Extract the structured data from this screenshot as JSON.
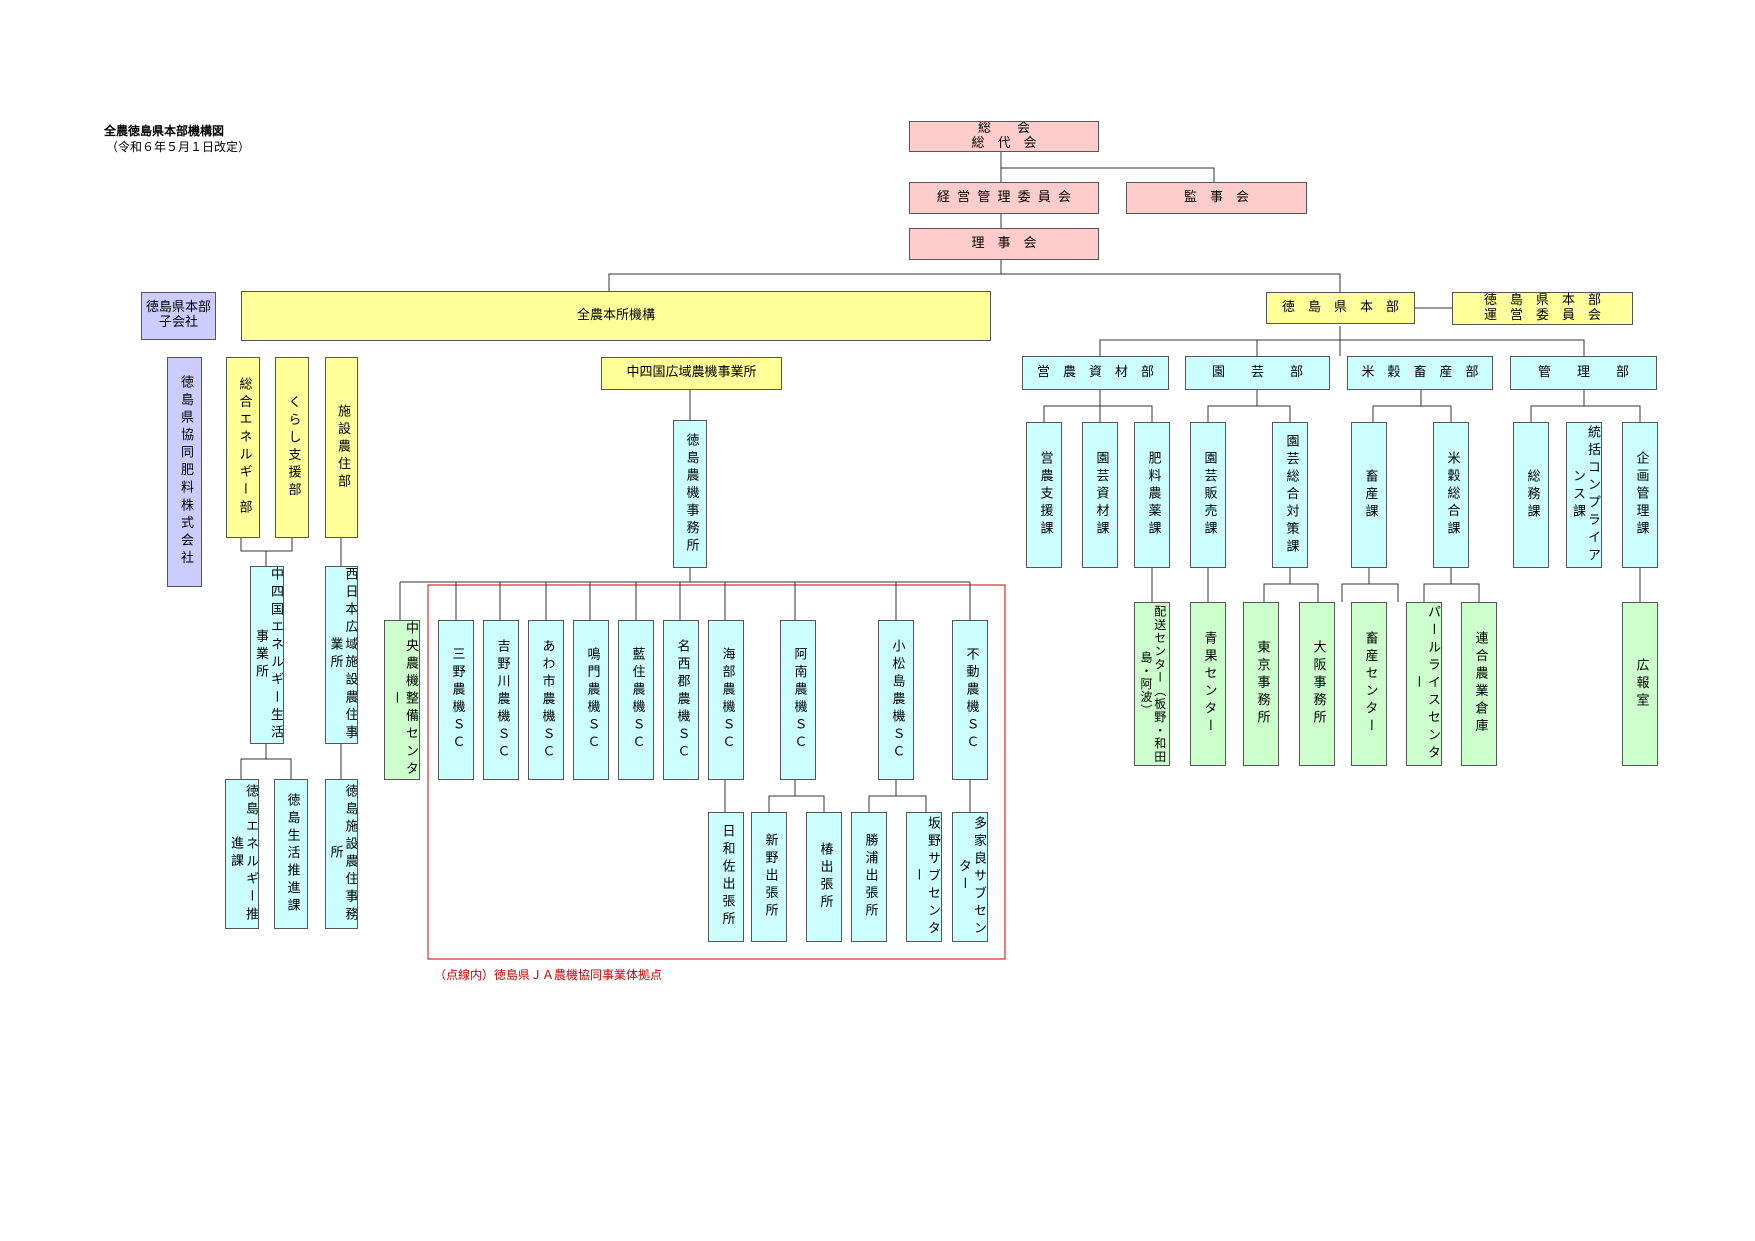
{
  "header": {
    "title": "全農徳島県本部機構図",
    "revision": "（令和６年５月１日改定）"
  },
  "colors": {
    "governance": "#ffcccc",
    "headquarters": "#ffff99",
    "department": "#ccffff",
    "field_office": "#ccffcc",
    "subsidiary": "#ccccff",
    "dotted_frame": "#cc0000"
  },
  "governance": {
    "general_meeting": "総　　会\n総　代　会",
    "management_committee": "経営管理委員会",
    "auditors": "監　事　会",
    "board": "理　事　会"
  },
  "zennoh_hq": {
    "subsidiary_group": "徳島県本部\n子会社",
    "subsidiary": "徳島県協同肥料株式会社",
    "hq_org": "全農本所機構",
    "depts": {
      "energy": "総合エネルギー部",
      "kurashi": "くらし支援部",
      "shisetsu": "施設農住部"
    },
    "chushikoku_energy": "中四国エネルギー生活事業所",
    "tokushima_energy": "徳島エネルギー推進課",
    "tokushima_life": "徳島生活推進課",
    "nishinihon_shisetsu": "西日本広域施設農住事業所",
    "tokushima_shisetsu": "徳島施設農住事務所",
    "farm_machine_div": "中四国広域農機事業所",
    "farm_machine_office": "徳島農機事務所",
    "sc": {
      "center": "中央農機整備センター",
      "mino": "三野農機ＳＣ",
      "yoshinogawa": "吉野川農機ＳＣ",
      "awa": "あわ市農機ＳＣ",
      "naruto": "鳴門農機ＳＣ",
      "aizumi": "藍住農機ＳＣ",
      "myozai": "名西郡農機ＳＣ",
      "kaifu": "海部農機ＳＣ",
      "anan": "阿南農機ＳＣ",
      "komatsushima": "小松島農機ＳＣ",
      "fudo": "不動農機ＳＣ"
    },
    "sub": {
      "hiwasa": "日和佐出張所",
      "arano": "新野出張所",
      "tsubaki": "椿出張所",
      "katsuura": "勝浦出張所",
      "sakano": "坂野サブセンター",
      "taka": "多家良サブセンター"
    },
    "note": "（点線内）徳島県ＪＡ農機協同事業体拠点"
  },
  "pref_hq": {
    "name": "徳　島　県　本　部",
    "committee": "徳　島　県　本　部\n運　営　委　員　会",
    "depts": {
      "eino": "営　農　資　材　部",
      "engei": "園　　芸　　部",
      "beikoku": "米　穀　畜　産　部",
      "kanri": "管　　理　　部"
    },
    "sections": {
      "eino_shien": "営農支援課",
      "engei_shizai": "園芸資材課",
      "hiryo": "肥料農薬課",
      "engei_hanbai": "園芸販売課",
      "engei_sogo": "園芸総合対策課",
      "chikusan": "畜産課",
      "beikoku_sogo": "米穀総合課",
      "somu": "総務課",
      "compliance": "統括コンプライアンス課",
      "kikaku": "企画管理課"
    },
    "field": {
      "haiso": "配送センター（板野・和田島・阿波）",
      "seika": "青果センター",
      "tokyo": "東京事務所",
      "osaka": "大阪事務所",
      "chikusan_center": "畜産センター",
      "rice_center": "パールライスセンター",
      "rengo_soko": "連合農業倉庫",
      "koho": "広報室"
    }
  }
}
